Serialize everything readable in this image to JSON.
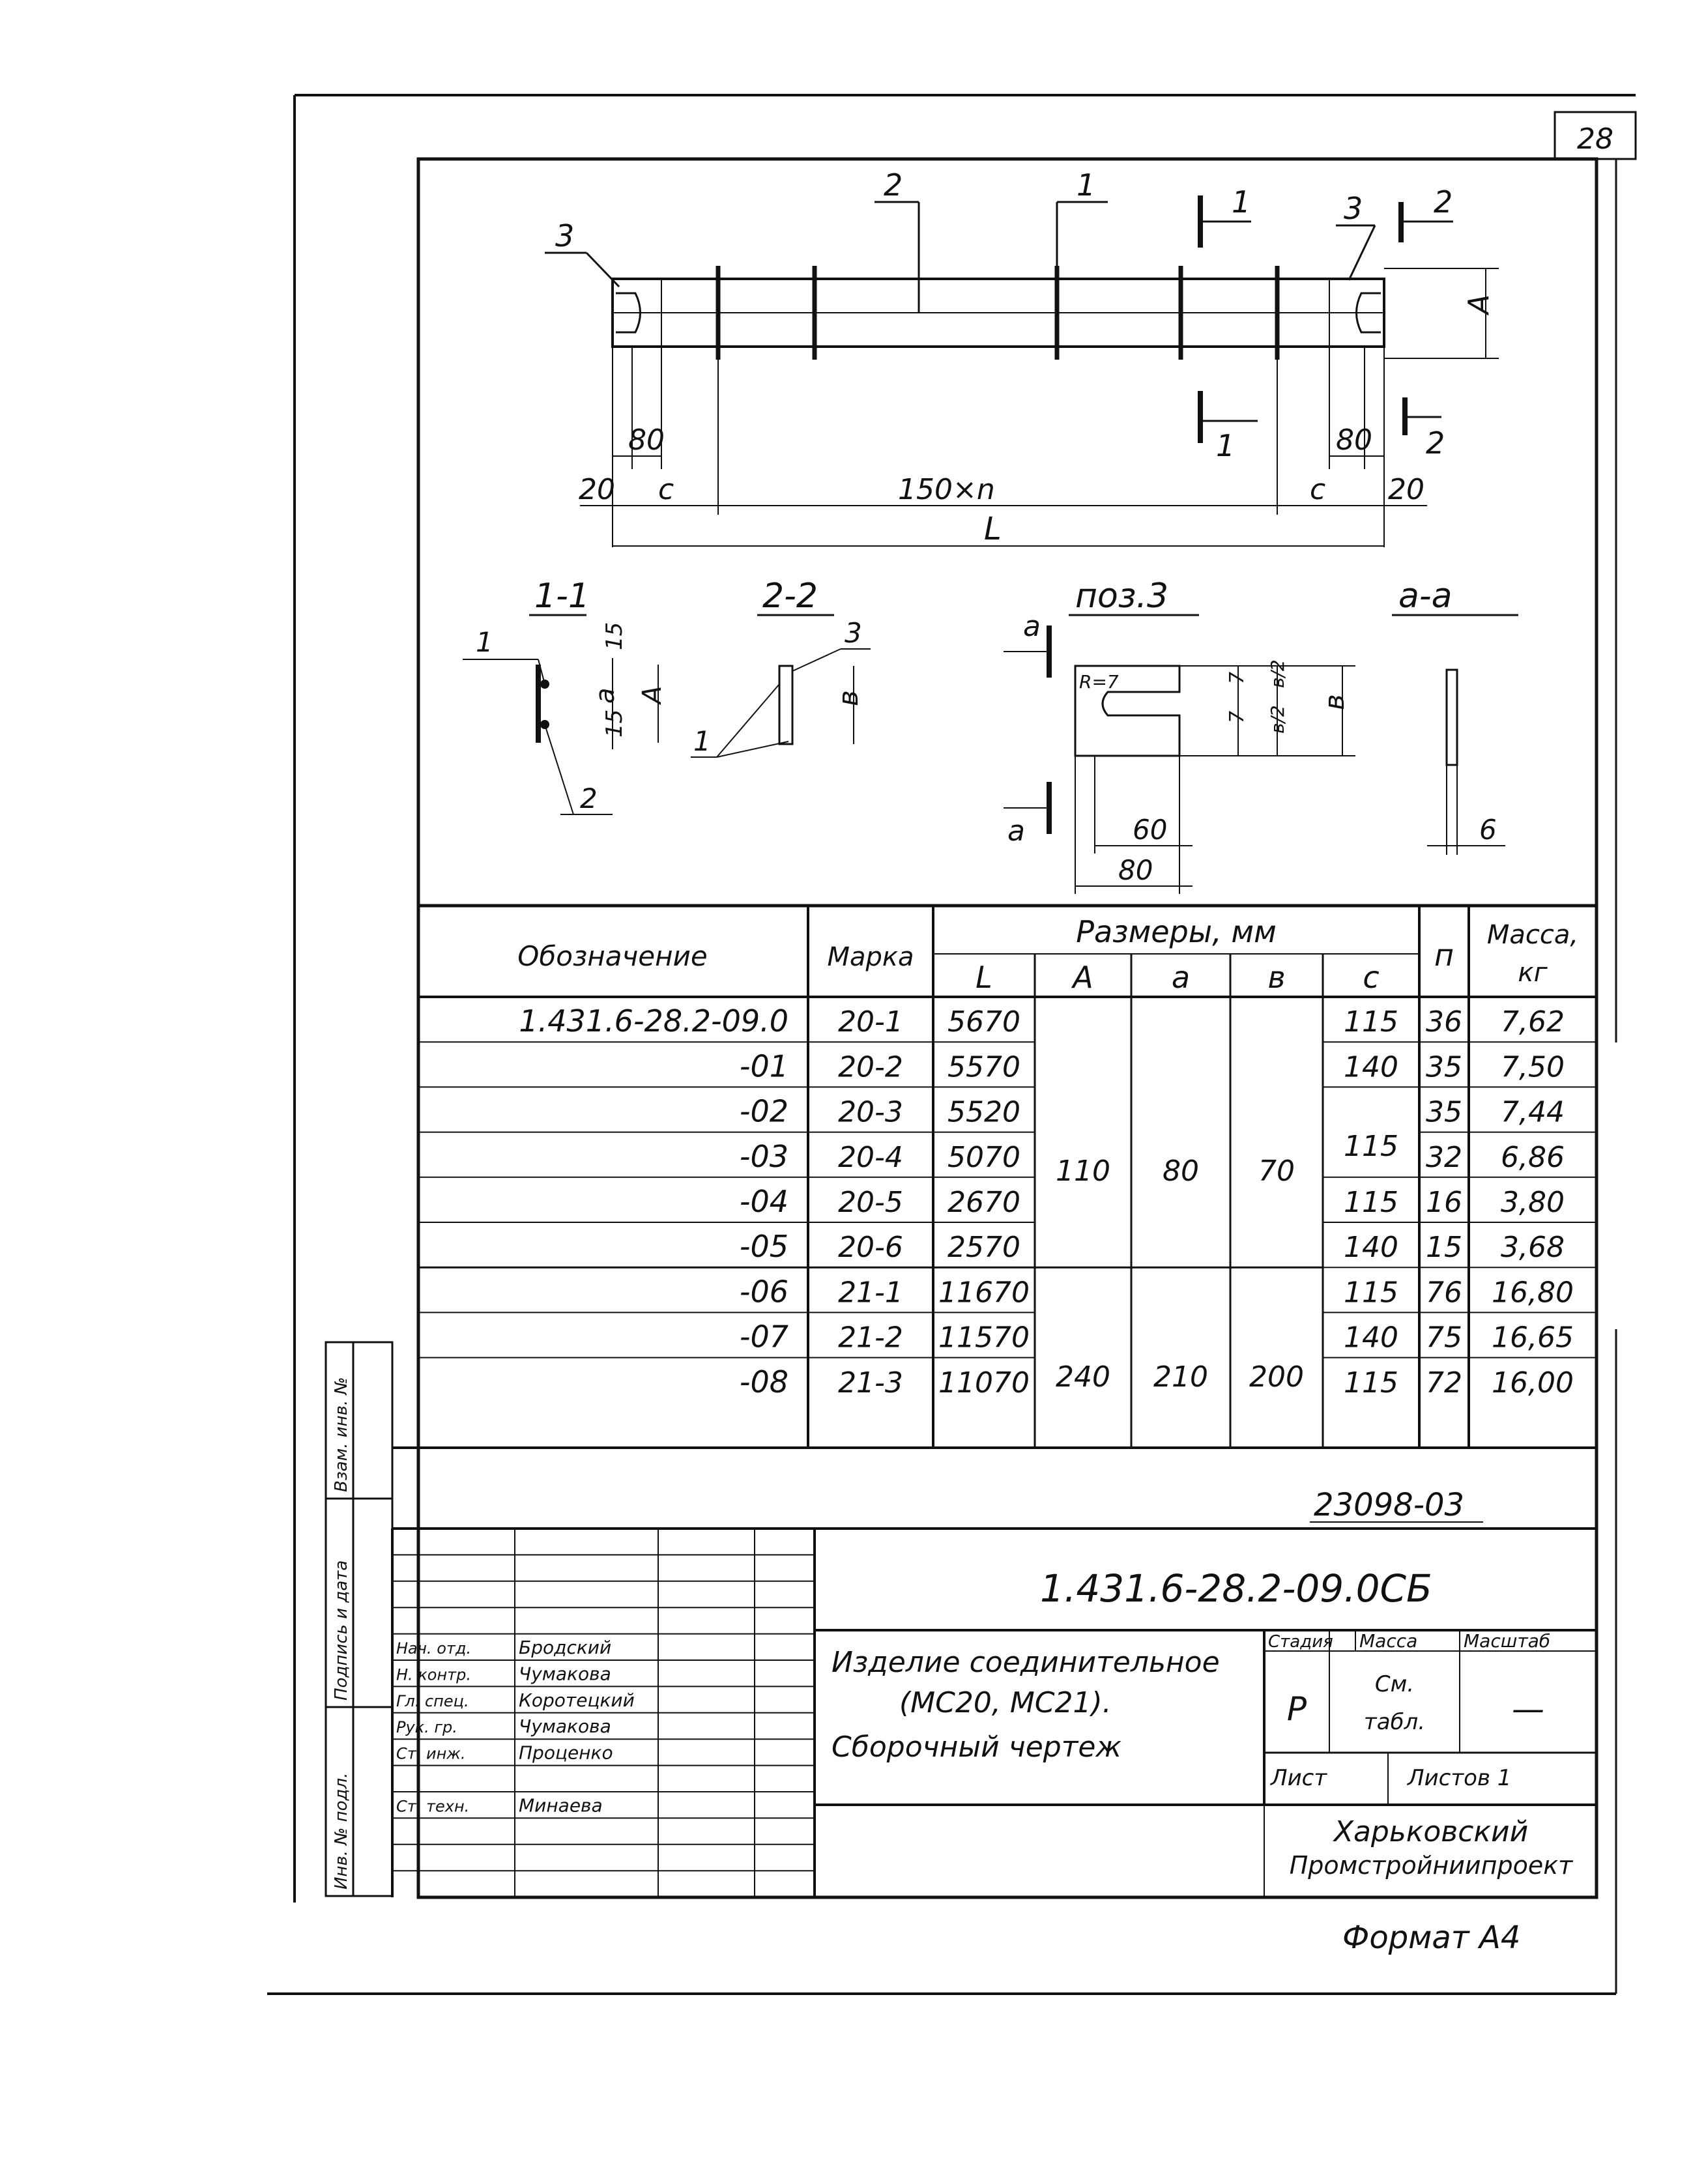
{
  "page_number": "28",
  "drawing": {
    "positions": {
      "p1": "1",
      "p2": "2",
      "p3": "3"
    },
    "section_1": "1",
    "section_2": "2",
    "dims": {
      "A": "A",
      "d80": "80",
      "d20": "20",
      "c": "c",
      "pitch": "150×n",
      "L": "L",
      "d15": "15",
      "a": "a",
      "b": "в",
      "R": "R=7",
      "d7": "7",
      "b_half": "в/2",
      "d60": "60",
      "d6": "6"
    },
    "views": {
      "sec11": "1-1",
      "sec22": "2-2",
      "poz3": "поз.3",
      "secaa": "а-а",
      "a_mark": "а"
    }
  },
  "table": {
    "headers": {
      "designation": "Обозначение",
      "mark": "Марка",
      "sizes": "Размеры, мм",
      "L": "L",
      "A": "A",
      "a": "а",
      "b": "в",
      "c": "с",
      "n": "п",
      "mass": "Масса,",
      "mass_unit": "кг"
    },
    "rows": [
      {
        "designation": "1.431.6-28.2-09.0",
        "mark": "20-1",
        "L": "5670",
        "c": "115",
        "n": "36",
        "mass": "7,62"
      },
      {
        "designation": "-01",
        "mark": "20-2",
        "L": "5570",
        "c": "140",
        "n": "35",
        "mass": "7,50"
      },
      {
        "designation": "-02",
        "mark": "20-3",
        "L": "5520",
        "n": "35",
        "mass": "7,44"
      },
      {
        "designation": "-03",
        "mark": "20-4",
        "L": "5070",
        "n": "32",
        "mass": "6,86"
      },
      {
        "designation": "-04",
        "mark": "20-5",
        "L": "2670",
        "c": "115",
        "n": "16",
        "mass": "3,80"
      },
      {
        "designation": "-05",
        "mark": "20-6",
        "L": "2570",
        "c": "140",
        "n": "15",
        "mass": "3,68"
      },
      {
        "designation": "-06",
        "mark": "21-1",
        "L": "11670",
        "c": "115",
        "n": "76",
        "mass": "16,80"
      },
      {
        "designation": "-07",
        "mark": "21-2",
        "L": "11570",
        "c": "140",
        "n": "75",
        "mass": "16,65"
      },
      {
        "designation": "-08",
        "mark": "21-3",
        "L": "11070",
        "c": "115",
        "n": "72",
        "mass": "16,00"
      }
    ],
    "merged": {
      "c_rows34": "115",
      "A_g1": "110",
      "a_g1": "80",
      "b_g1": "70",
      "A_g2": "240",
      "a_g2": "210",
      "b_g2": "200"
    }
  },
  "title_block": {
    "inventory_number": "23098-03",
    "doc_code": "1.431.6-28.2-09.0СБ",
    "title_line1": "Изделие соединительное",
    "title_line2": "(МС20, МС21).",
    "title_line3": "Сборочный чертеж",
    "stage_label": "Стадия",
    "mass_label": "Масса",
    "scale_label": "Масштаб",
    "stage_value": "Р",
    "mass_value_1": "См.",
    "mass_value_2": "табл.",
    "scale_value": "—",
    "sheet_label": "Лист",
    "sheets_label": "Листов 1",
    "org_line1": "Харьковский",
    "org_line2": "Промстройниипроект",
    "signatures": [
      {
        "role": "Нач. отд.",
        "name": "Бродский"
      },
      {
        "role": "Н. контр.",
        "name": "Чумакова"
      },
      {
        "role": "Гл. спец.",
        "name": "Коротецкий"
      },
      {
        "role": "Рук. гр.",
        "name": "Чумакова"
      },
      {
        "role": "Ст. инж.",
        "name": "Проценко"
      },
      {
        "role": "Ст. техн.",
        "name": "Минаева"
      }
    ]
  },
  "side_stamp": {
    "inv_podl": "Инв. № подл.",
    "podpis_data": "Подпись и дата",
    "vzam_inv": "Взам. инв. №"
  },
  "format": "Формат А4"
}
